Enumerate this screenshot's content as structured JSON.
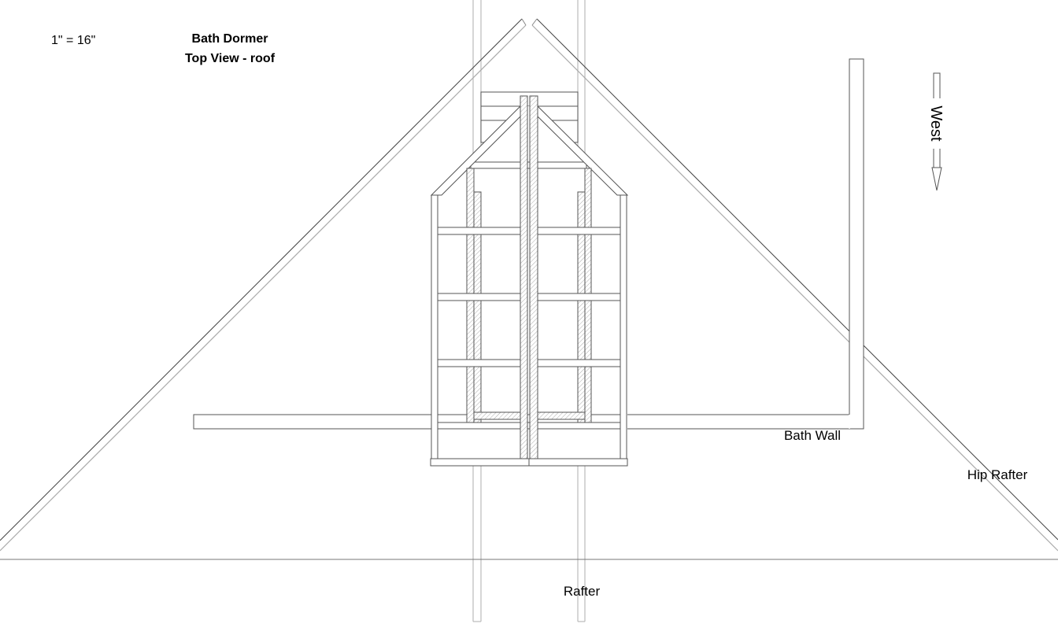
{
  "scale_label": "1\" = 16\"",
  "title": "Bath Dormer",
  "subtitle": "Top View - roof",
  "direction_label": "West",
  "labels": {
    "bath_wall": "Bath Wall",
    "hip_rafter": "Hip Rafter",
    "rafter": "Rafter"
  },
  "icons": {
    "direction": "arrow-down-icon"
  }
}
